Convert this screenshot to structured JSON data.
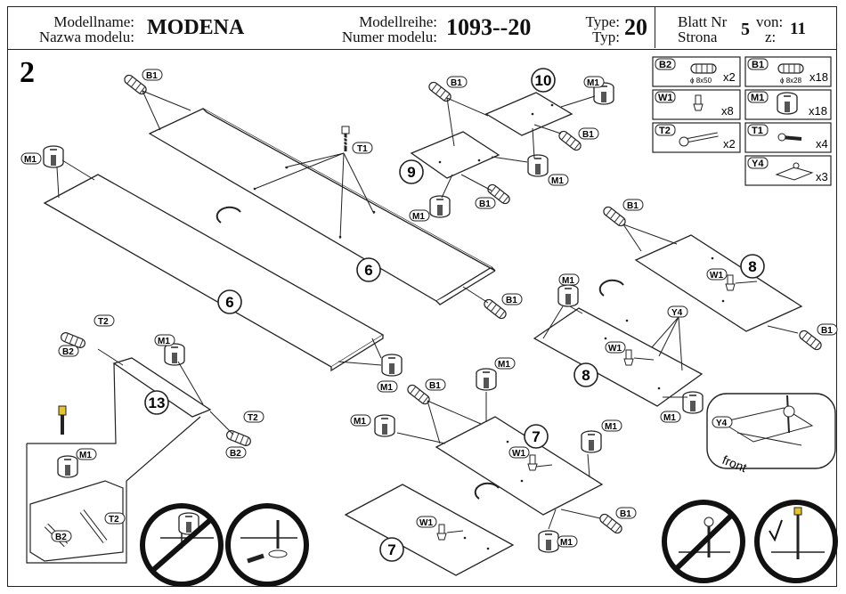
{
  "header": {
    "model_name_label_1": "Modellname:",
    "model_name_label_2": "Nazwa modelu:",
    "model_name": "MODENA",
    "series_label_1": "Modellreihe:",
    "series_label_2": "Numer modelu:",
    "series": "1093--20",
    "type_label_1": "Type:",
    "type_label_2": "Typ:",
    "type": "20",
    "sheet_label_1": "Blatt Nr",
    "sheet_label_2": "Strona",
    "sheet": "5",
    "of_label_1": "von:",
    "of_label_2": "z:",
    "total": "11"
  },
  "step": "2",
  "parts_legend": [
    {
      "code": "B2",
      "spec": "ϕ 8x50",
      "qty": "x2"
    },
    {
      "code": "B1",
      "spec": "ϕ 8x28",
      "qty": "x18"
    },
    {
      "code": "W1",
      "spec": "",
      "qty": "x8"
    },
    {
      "code": "M1",
      "spec": "",
      "qty": "x18"
    },
    {
      "code": "T2",
      "spec": "",
      "qty": "x2"
    },
    {
      "code": "T1",
      "spec": "",
      "qty": "x4"
    },
    {
      "code": "Y4",
      "spec": "",
      "qty": "x3"
    }
  ],
  "panel_numbers": {
    "p6a": "6",
    "p6b": "6",
    "p9": "9",
    "p10": "10",
    "p8a": "8",
    "p8b": "8",
    "p13": "13",
    "p7a": "7",
    "p7b": "7"
  },
  "callouts": {
    "b1": "B1",
    "m1": "M1",
    "t1": "T1",
    "t2": "T2",
    "b2": "B2",
    "w1": "W1",
    "y4": "Y4"
  },
  "detail_text": {
    "front": "front",
    "y4": "Y4"
  }
}
